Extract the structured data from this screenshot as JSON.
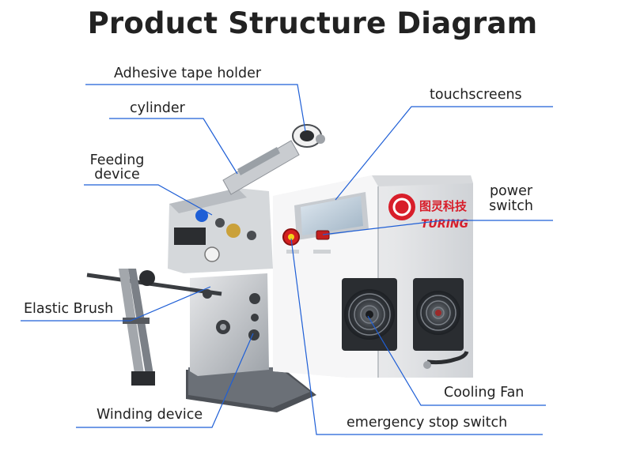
{
  "title": "Product Structure Diagram",
  "brand": {
    "logo_text": "图灵科技",
    "logo_sub": "TURING"
  },
  "labels": {
    "adhesive_tape_holder": "Adhesive tape holder",
    "cylinder": "cylinder",
    "feeding_device_1": "Feeding",
    "feeding_device_2": "device",
    "elastic_brush": "Elastic Brush",
    "winding_device": "Winding device",
    "touchscreens": "touchscreens",
    "power_switch_1": "power",
    "power_switch_2": "switch",
    "cooling_fan": "Cooling Fan",
    "emergency_stop_switch": "emergency stop switch"
  },
  "colors": {
    "leader_line": "#1f5fd6",
    "text": "#222222",
    "machine_body": "#e9e9ea",
    "machine_shadow": "#b9bcc0",
    "brand_red": "#d81e2a"
  }
}
